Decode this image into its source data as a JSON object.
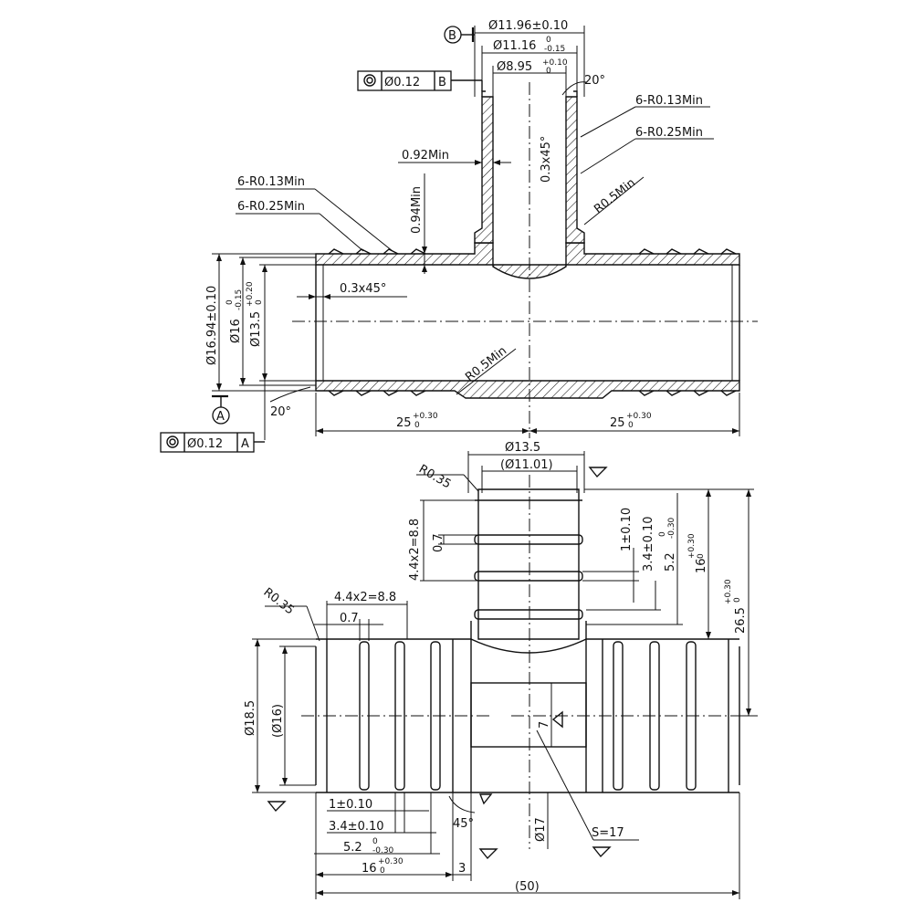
{
  "section_view": {
    "datum_b": {
      "letter": "B"
    },
    "datum_a": {
      "letter": "A"
    },
    "fcf_top": {
      "symbol": "concentricity-icon",
      "tolerance": "Ø0.12",
      "datum": "B"
    },
    "fcf_bottom": {
      "symbol": "concentricity-icon",
      "tolerance": "Ø0.12",
      "datum": "A"
    },
    "dims": {
      "branch_outer": "Ø11.96±0.10",
      "branch_mid": "Ø11.16",
      "branch_mid_tol_up": "0",
      "branch_mid_tol_low": "-0.15",
      "branch_bore": "Ø8.95",
      "branch_bore_tol_up": "+0.10",
      "branch_bore_tol_low": "0",
      "angle_top": "20°",
      "angle_bottom": "20°",
      "radius_013_right": "6-R0.13Min",
      "radius_025_right": "6-R0.25Min",
      "radius_013_left": "6-R0.13Min",
      "radius_025_left": "6-R0.25Min",
      "wall_min": "0.92Min",
      "wall_min_vertical": "0.94Min",
      "chamfer_branch": "0.3x45°",
      "chamfer_run": "0.3x45°",
      "fillet_top": "R0.5Min",
      "fillet_bottom": "R0.5Min",
      "run_outer": "Ø16.94±0.10",
      "run_mid": "Ø16",
      "run_mid_tol_up": "0",
      "run_mid_tol_low": "-0.15",
      "run_bore": "Ø13.5",
      "run_bore_tol_up": "+0.20",
      "run_bore_tol_low": "0",
      "len_left": "25",
      "len_left_tol_up": "+0.30",
      "len_left_tol_low": "0",
      "len_right": "25",
      "len_right_tol_up": "+0.30",
      "len_right_tol_low": "0"
    }
  },
  "front_view": {
    "dims": {
      "top_outer": "Ø13.5",
      "top_inner": "(Ø11.01)",
      "r035_top": "R0.35",
      "r035_left": "R0.35",
      "barb_pitch_v": "4.4x2=8.8",
      "barb_w_v": "0.7",
      "d_1_v": "1±0.10",
      "d_34_v": "3.4±0.10",
      "d_52_v": "5.2",
      "d_52_v_tol_up": "0",
      "d_52_v_tol_low": "-0.30",
      "d_16_v": "16",
      "d_16_v_tol_up": "+0.30",
      "d_16_v_tol_low": "0",
      "d_265": "26.5",
      "d_265_tol_up": "+0.30",
      "d_265_tol_low": "0",
      "barb_pitch_h": "4.4x2=8.8",
      "barb_w_h": "0.7",
      "left_outer": "Ø18.5",
      "left_inner": "(Ø16)",
      "d_1_h": "1±0.10",
      "d_34_h": "3.4±0.10",
      "d_52_h": "5.2",
      "d_52_h_tol_up": "0",
      "d_52_h_tol_low": "-0.30",
      "d_16_h": "16",
      "d_16_h_tol_up": "+0.30",
      "d_16_h_tol_low": "0",
      "d_3": "3",
      "d_50": "(50)",
      "angle_45": "45°",
      "flat_7": "7",
      "body_17": "Ø17",
      "wrench": "S=17"
    }
  }
}
